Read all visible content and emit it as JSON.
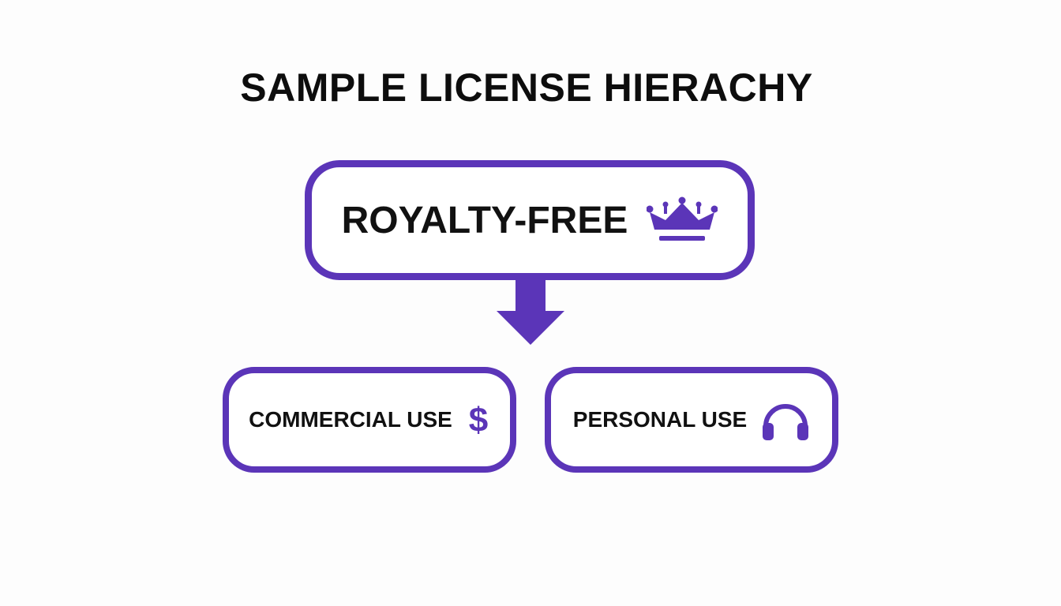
{
  "title": "SAMPLE LICENSE HIERACHY",
  "colors": {
    "accent": "#5b35b8",
    "text": "#111111",
    "background": "#fdfdfd"
  },
  "root": {
    "label": "ROYALTY-FREE",
    "icon": "crown-icon"
  },
  "children": [
    {
      "label": "COMMERCIAL USE",
      "icon": "dollar-icon"
    },
    {
      "label": "PERSONAL USE",
      "icon": "headphones-icon"
    }
  ]
}
